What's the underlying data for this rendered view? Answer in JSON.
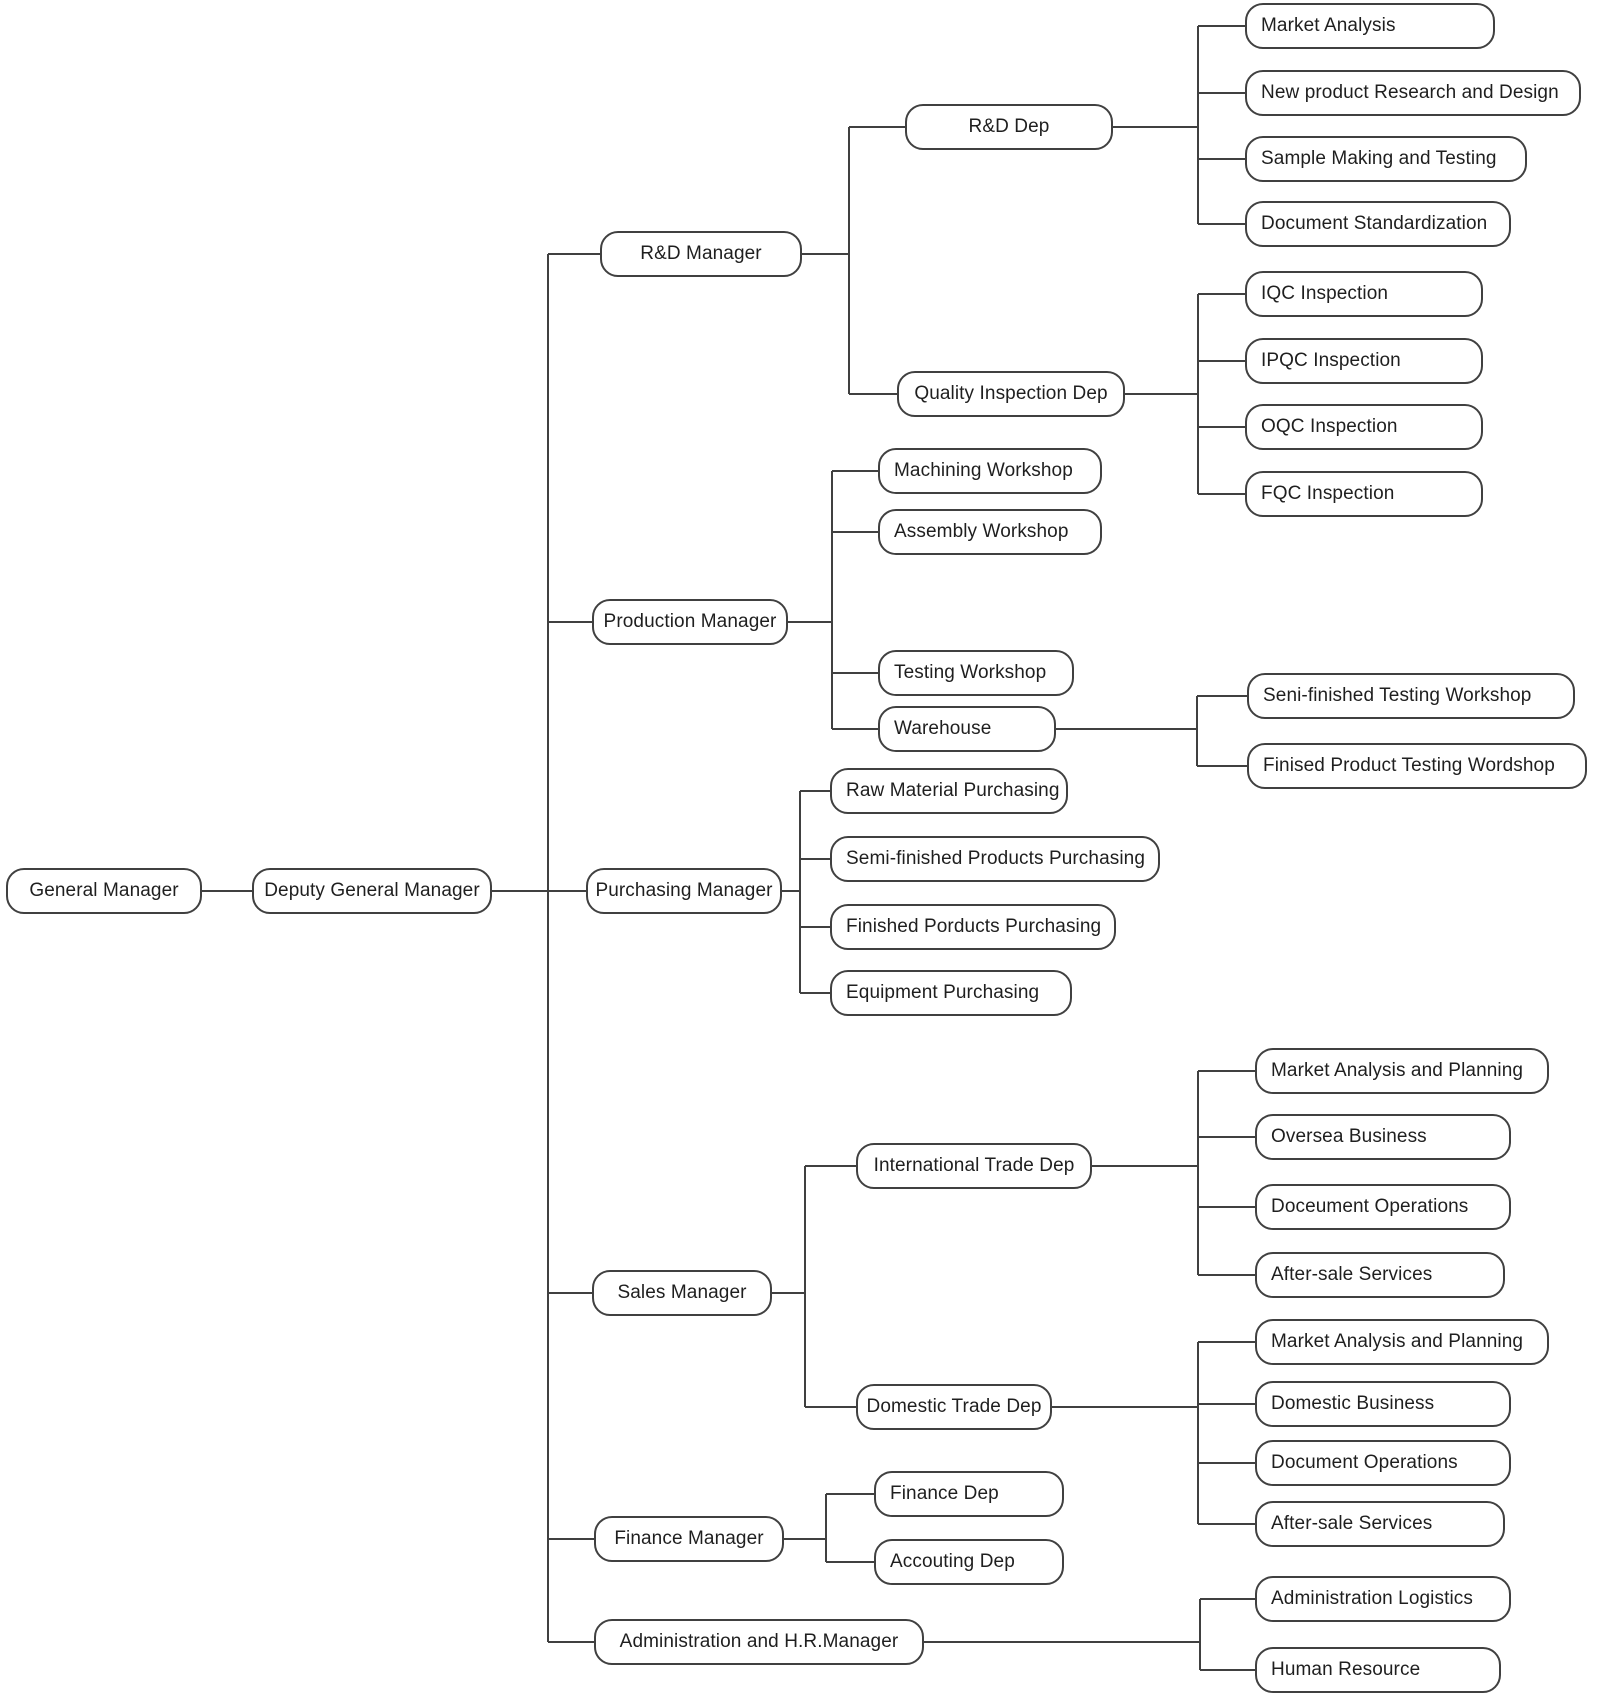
{
  "org": {
    "root": {
      "label": "General Manager"
    },
    "deputy": {
      "label": "Deputy General Manager"
    },
    "managers": [
      {
        "label": "R&D Manager",
        "departments": [
          {
            "label": "R&D Dep",
            "units": [
              {
                "label": "Market Analysis"
              },
              {
                "label": "New product Research and Design"
              },
              {
                "label": "Sample Making and Testing"
              },
              {
                "label": "Document Standardization"
              }
            ]
          },
          {
            "label": "Quality Inspection Dep",
            "units": [
              {
                "label": "IQC Inspection"
              },
              {
                "label": "IPQC Inspection"
              },
              {
                "label": "OQC Inspection"
              },
              {
                "label": "FQC Inspection"
              }
            ]
          }
        ]
      },
      {
        "label": "Production Manager",
        "departments": [
          {
            "label": "Machining Workshop"
          },
          {
            "label": "Assembly Workshop"
          },
          {
            "label": "Testing Workshop"
          },
          {
            "label": "Warehouse",
            "units": [
              {
                "label": "Seni-finished Testing Workshop"
              },
              {
                "label": "Finised Product Testing Wordshop"
              }
            ]
          }
        ]
      },
      {
        "label": "Purchasing Manager",
        "departments": [
          {
            "label": "Raw Material Purchasing"
          },
          {
            "label": "Semi-finished Products Purchasing"
          },
          {
            "label": "Finished Porducts Purchasing"
          },
          {
            "label": "Equipment Purchasing"
          }
        ]
      },
      {
        "label": "Sales Manager",
        "departments": [
          {
            "label": "International Trade Dep",
            "units": [
              {
                "label": "Market Analysis and Planning"
              },
              {
                "label": "Oversea Business"
              },
              {
                "label": "Doceument Operations"
              },
              {
                "label": "After-sale Services"
              }
            ]
          },
          {
            "label": "Domestic Trade Dep",
            "units": [
              {
                "label": "Market Analysis and Planning"
              },
              {
                "label": "Domestic Business"
              },
              {
                "label": "Document Operations"
              },
              {
                "label": "After-sale Services"
              }
            ]
          }
        ]
      },
      {
        "label": "Finance Manager",
        "departments": [
          {
            "label": "Finance Dep"
          },
          {
            "label": "Accouting Dep"
          }
        ]
      },
      {
        "label": "Administration and H.R.Manager",
        "departments": [
          {
            "label": "Administration Logistics"
          },
          {
            "label": "Human Resource"
          }
        ]
      }
    ],
    "colors": {
      "line": "#404040",
      "box_border": "#404040",
      "box_fill": "#ffffff",
      "text": "#1f1f1f",
      "background": "#ffffff"
    }
  }
}
